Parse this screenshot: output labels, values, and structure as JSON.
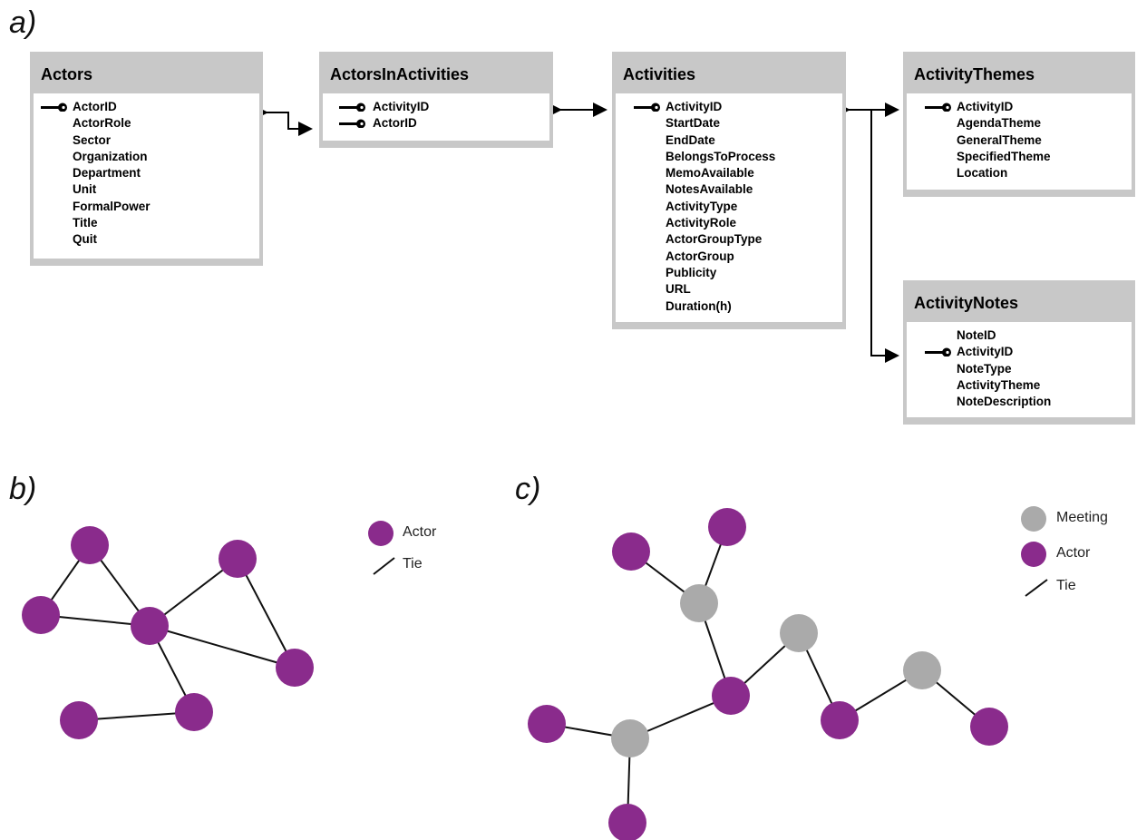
{
  "panels": {
    "a": "a)",
    "b": "b)",
    "c": "c)"
  },
  "colors": {
    "actor": "#8a2b8c",
    "meeting": "#aaaaaa",
    "header": "#c8c8c8"
  },
  "tables": {
    "actors": {
      "title": "Actors",
      "fields": [
        "ActorID",
        "ActorRole",
        "Sector",
        "Organization",
        "Department",
        "Unit",
        "FormalPower",
        "Title",
        "Quit"
      ]
    },
    "actorsInActivities": {
      "title": "ActorsInActivities",
      "fields": [
        "ActivityID",
        "ActorID"
      ]
    },
    "activities": {
      "title": "Activities",
      "fields": [
        "ActivityID",
        "StartDate",
        "EndDate",
        "BelongsToProcess",
        "MemoAvailable",
        "NotesAvailable",
        "ActivityType",
        "ActivityRole",
        "ActorGroupType",
        "ActorGroup",
        "Publicity",
        "URL",
        "Duration(h)"
      ]
    },
    "activityThemes": {
      "title": "ActivityThemes",
      "fields": [
        "ActivityID",
        "AgendaTheme",
        "GeneralTheme",
        "SpecifiedTheme",
        "Location"
      ]
    },
    "activityNotes": {
      "title": "ActivityNotes",
      "fields": [
        "NoteID",
        "ActivityID",
        "NoteType",
        "ActivityTheme",
        "NoteDescription"
      ]
    }
  },
  "legend_b": {
    "actor": "Actor",
    "tie": "Tie"
  },
  "legend_c": {
    "meeting": "Meeting",
    "actor": "Actor",
    "tie": "Tie"
  }
}
